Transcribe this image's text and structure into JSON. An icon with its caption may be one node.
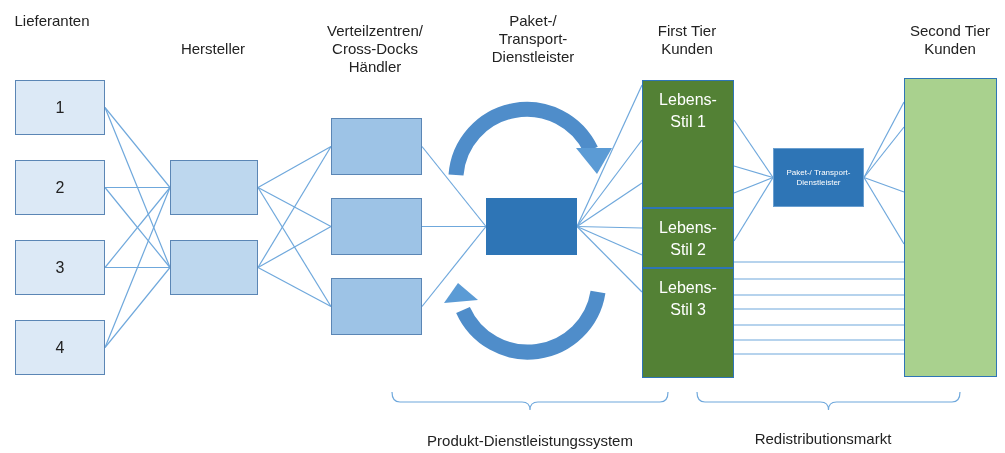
{
  "diagram": {
    "nodes": [
      {
        "text": [
          "1"
        ]
      },
      {
        "text": [
          "2"
        ]
      },
      {
        "text": [
          "3"
        ]
      },
      {
        "text": [
          "4"
        ]
      },
      {
        "text": [],
        "shape": "box"
      },
      {
        "text": [],
        "shape": "box"
      },
      {
        "text": [],
        "shape": "box"
      },
      {
        "text": [],
        "shape": "box"
      },
      {
        "text": [],
        "shape": "box"
      },
      {
        "text": [],
        "shape": "box"
      },
      {
        "text": [
          "Lebens- Stil 1"
        ]
      },
      {
        "text": [
          "Lebens- Stil 2"
        ]
      },
      {
        "text": [
          "Lebens- Stil 3"
        ]
      },
      {
        "text": [
          "Paket-/ Transport-Dienstleister"
        ]
      },
      {
        "text": [],
        "shape": "box"
      }
    ],
    "edges": [
      {
        "from": 0,
        "to": 4,
        "arrow": "none"
      },
      {
        "from": 0,
        "to": 5,
        "arrow": "none"
      },
      {
        "from": 1,
        "to": 4,
        "arrow": "none"
      },
      {
        "from": 1,
        "to": 5,
        "arrow": "none"
      },
      {
        "from": 2,
        "to": 4,
        "arrow": "none"
      },
      {
        "from": 2,
        "to": 5,
        "arrow": "none"
      },
      {
        "from": 3,
        "to": 4,
        "arrow": "none"
      },
      {
        "from": 3,
        "to": 5,
        "arrow": "none"
      },
      {
        "from": 4,
        "to": 6,
        "arrow": "none"
      },
      {
        "from": 4,
        "to": 7,
        "arrow": "none"
      },
      {
        "from": 4,
        "to": 8,
        "arrow": "none"
      },
      {
        "from": 5,
        "to": 6,
        "arrow": "none"
      },
      {
        "from": 5,
        "to": 7,
        "arrow": "none"
      },
      {
        "from": 5,
        "to": 8,
        "arrow": "none"
      },
      {
        "from": 6,
        "to": 9,
        "arrow": "none"
      },
      {
        "from": 7,
        "to": 9,
        "arrow": "none"
      },
      {
        "from": 8,
        "to": 9,
        "arrow": "none"
      },
      {
        "from": 9,
        "to": 10,
        "arrow": "none"
      },
      {
        "from": 9,
        "to": 10,
        "arrow": "none"
      },
      {
        "from": 9,
        "to": 10,
        "arrow": "none"
      },
      {
        "from": 9,
        "to": 11,
        "arrow": "none"
      },
      {
        "from": 9,
        "to": 11,
        "arrow": "none"
      },
      {
        "from": 9,
        "to": 12,
        "arrow": "none"
      },
      {
        "from": 10,
        "to": 13,
        "arrow": "none"
      },
      {
        "from": 10,
        "to": 13,
        "arrow": "none"
      },
      {
        "from": 10,
        "to": 13,
        "arrow": "none"
      },
      {
        "from": 11,
        "to": 13,
        "arrow": "none"
      },
      {
        "from": 13,
        "to": 14,
        "arrow": "none"
      },
      {
        "from": 13,
        "to": 14,
        "arrow": "none"
      },
      {
        "from": 13,
        "to": 14,
        "arrow": "none"
      },
      {
        "from": 13,
        "to": 14,
        "arrow": "none"
      },
      {
        "from": 11,
        "to": 14,
        "arrow": "none"
      },
      {
        "from": 12,
        "to": 14,
        "arrow": "none"
      },
      {
        "from": 12,
        "to": 14,
        "arrow": "none"
      },
      {
        "from": 12,
        "to": 14,
        "arrow": "none"
      },
      {
        "from": 12,
        "to": 14,
        "arrow": "none"
      },
      {
        "from": 12,
        "to": 14,
        "arrow": "none"
      },
      {
        "from": 12,
        "to": 14,
        "arrow": "none"
      }
    ],
    "labels": [
      "Lieferanten",
      "Hersteller",
      "Verteilzentren/ Cross-Docks Händler",
      "Paket-/ Transport-Dienstleister",
      "First Tier Kunden",
      "Second Tier Kunden",
      "Produkt-Dienstleistungssystem",
      "Redistributionsmarkt"
    ]
  }
}
